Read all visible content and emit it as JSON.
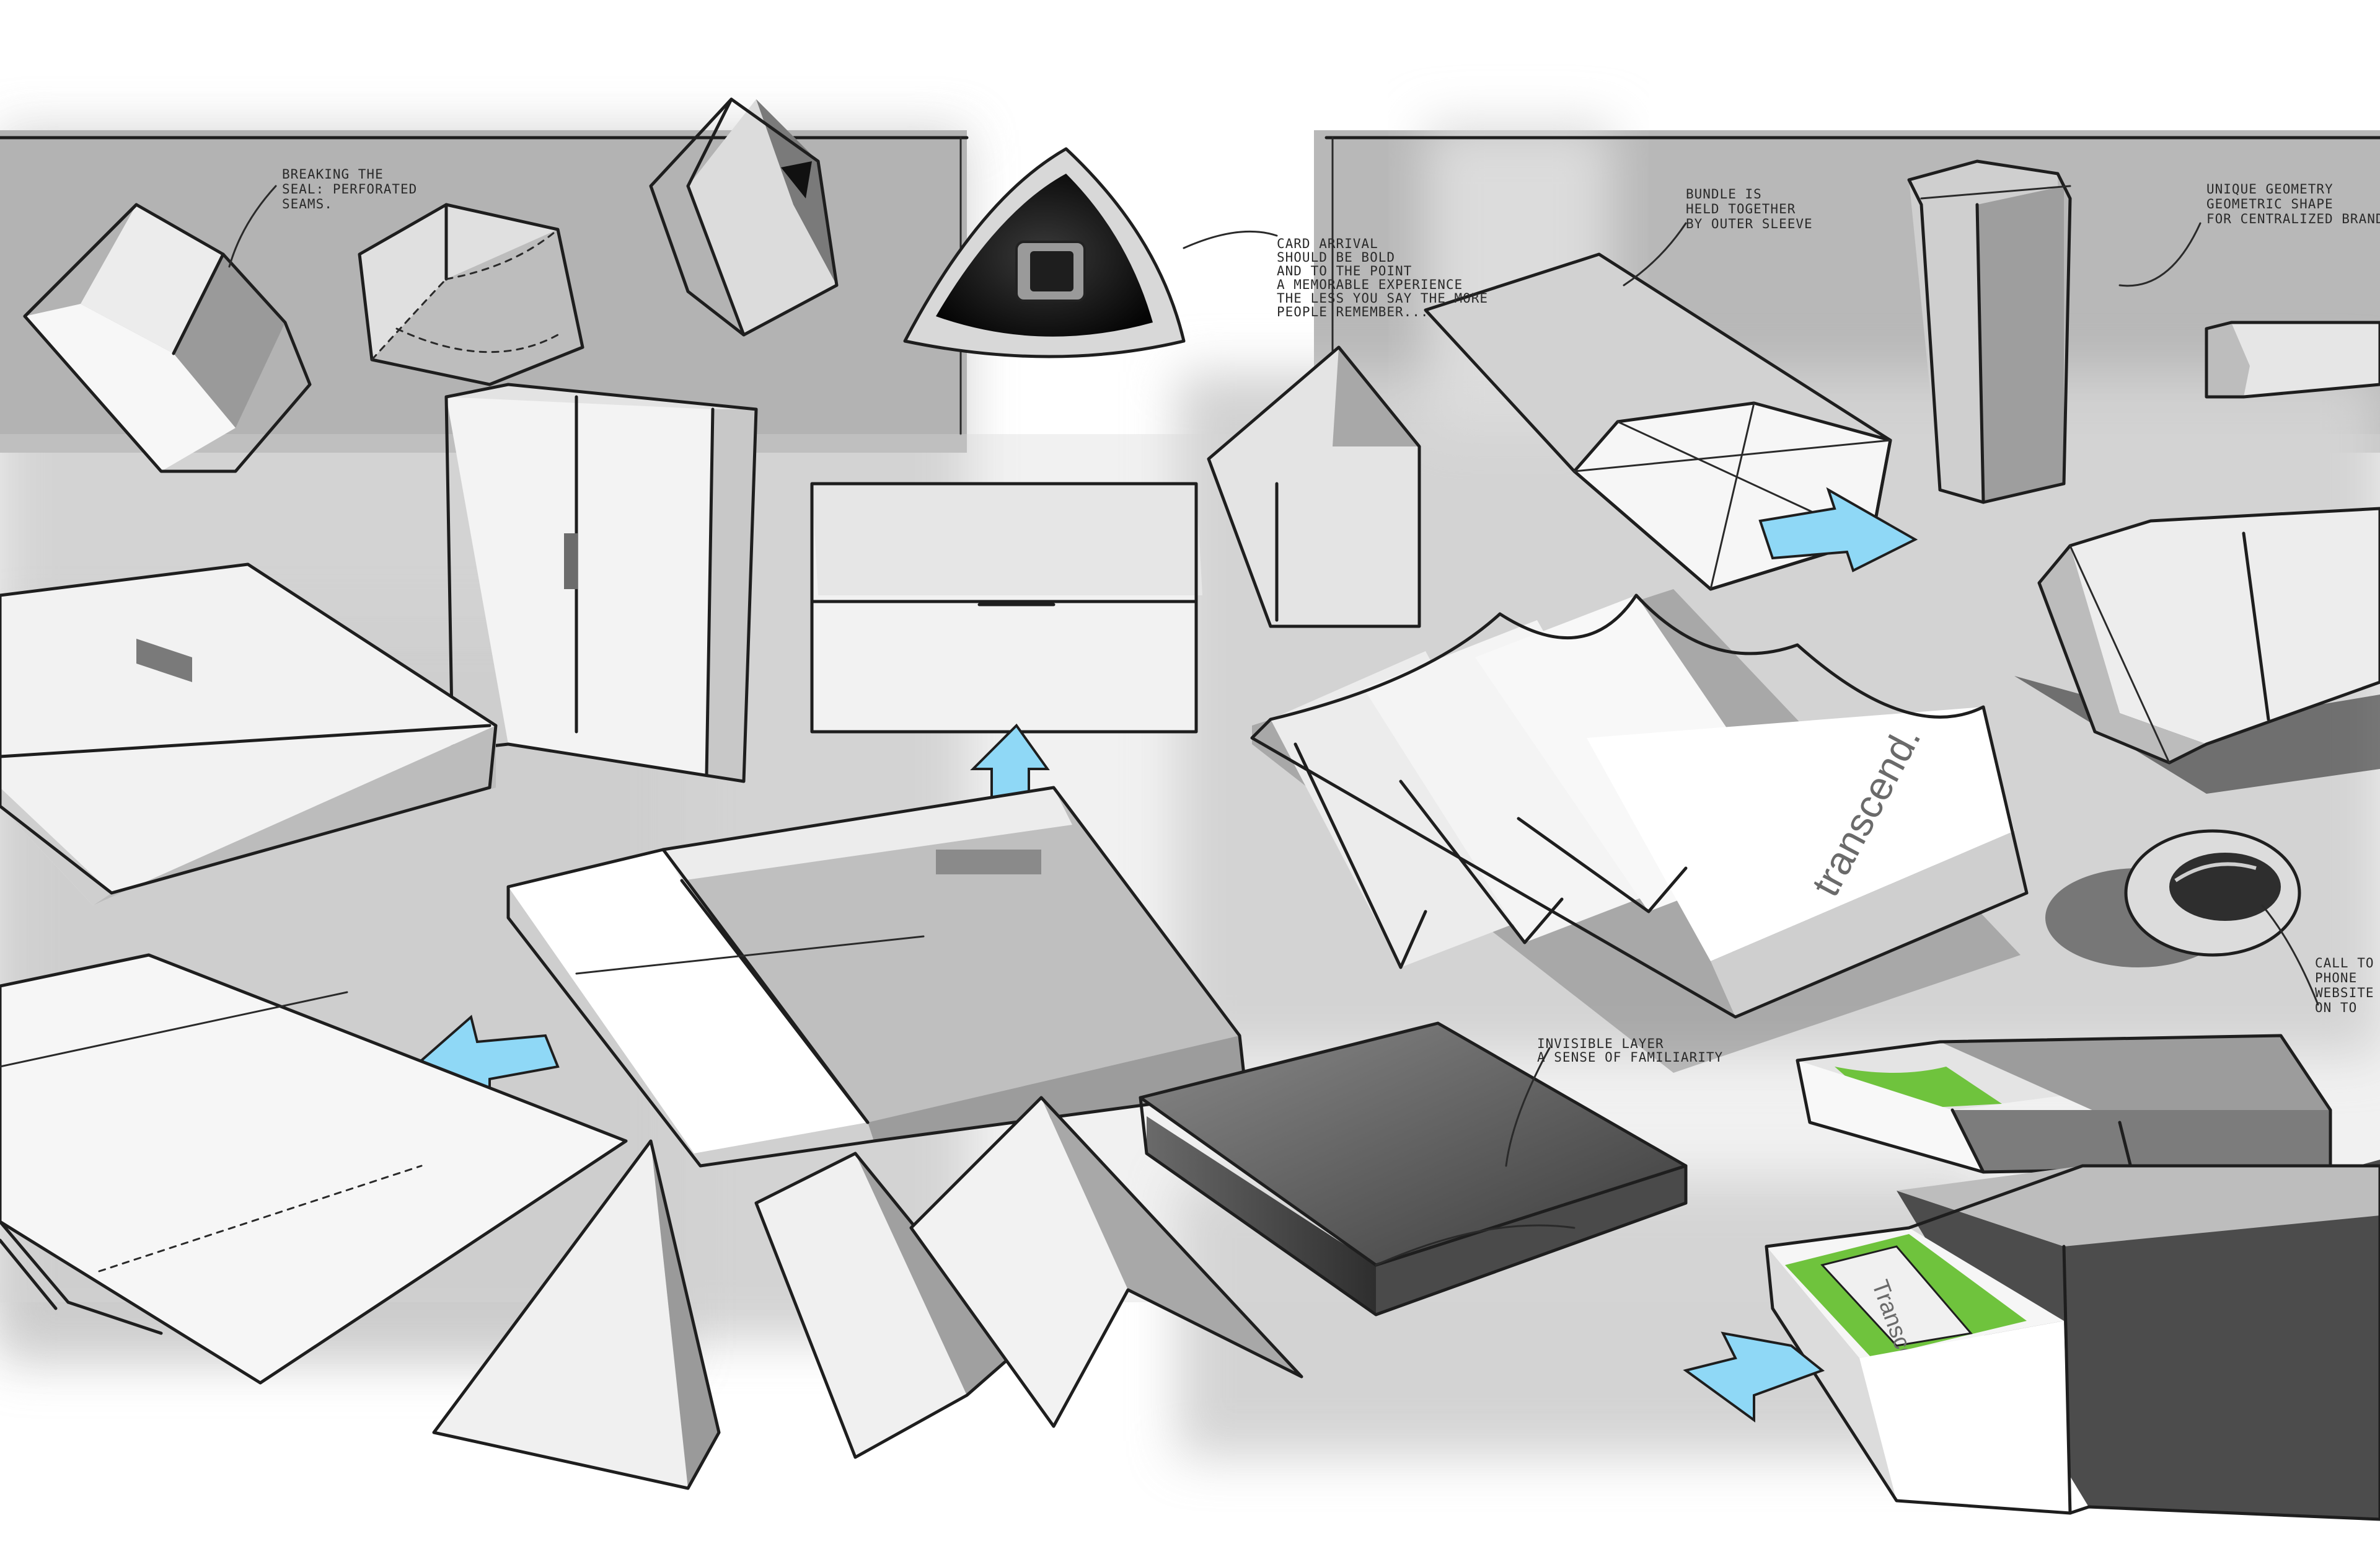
{
  "annotations": {
    "seal_line1": "BREAKING THE",
    "seal_line2": "SEAL: PERFORATED",
    "seal_line3": "SEAMS.",
    "card_line1": "CARD ARRIVAL",
    "card_line2": "SHOULD BE BOLD",
    "card_line3": "AND TO THE POINT",
    "card_line4": "A MEMORABLE EXPERIENCE",
    "card_line5": "THE LESS YOU SAY THE MORE",
    "card_line6": "PEOPLE REMEMBER...",
    "bundle_line1": "BUNDLE IS",
    "bundle_line2": "HELD TOGETHER",
    "bundle_line3": "BY OUTER SLEEVE",
    "unique_line1": "UNIQUE GEOMETRY",
    "unique_line2": "GEOMETRIC SHAPE",
    "unique_line3": "FOR CENTRALIZED BRAND",
    "family_line1": "INVISIBLE LAYER",
    "family_line2": "A SENSE OF FAMILIARITY",
    "call_line1": "CALL TO",
    "call_line2": "PHONE",
    "call_line3": "WEBSITE",
    "call_line4": "ON TO"
  },
  "branding": {
    "lowercase": "transcend.",
    "titlecase": "Transcend"
  },
  "colors": {
    "arrow": "#8fd8f6",
    "accent_green": "#6fc33d",
    "paper": "#f4f4f4",
    "marker_dark": "#2c2c2c"
  }
}
